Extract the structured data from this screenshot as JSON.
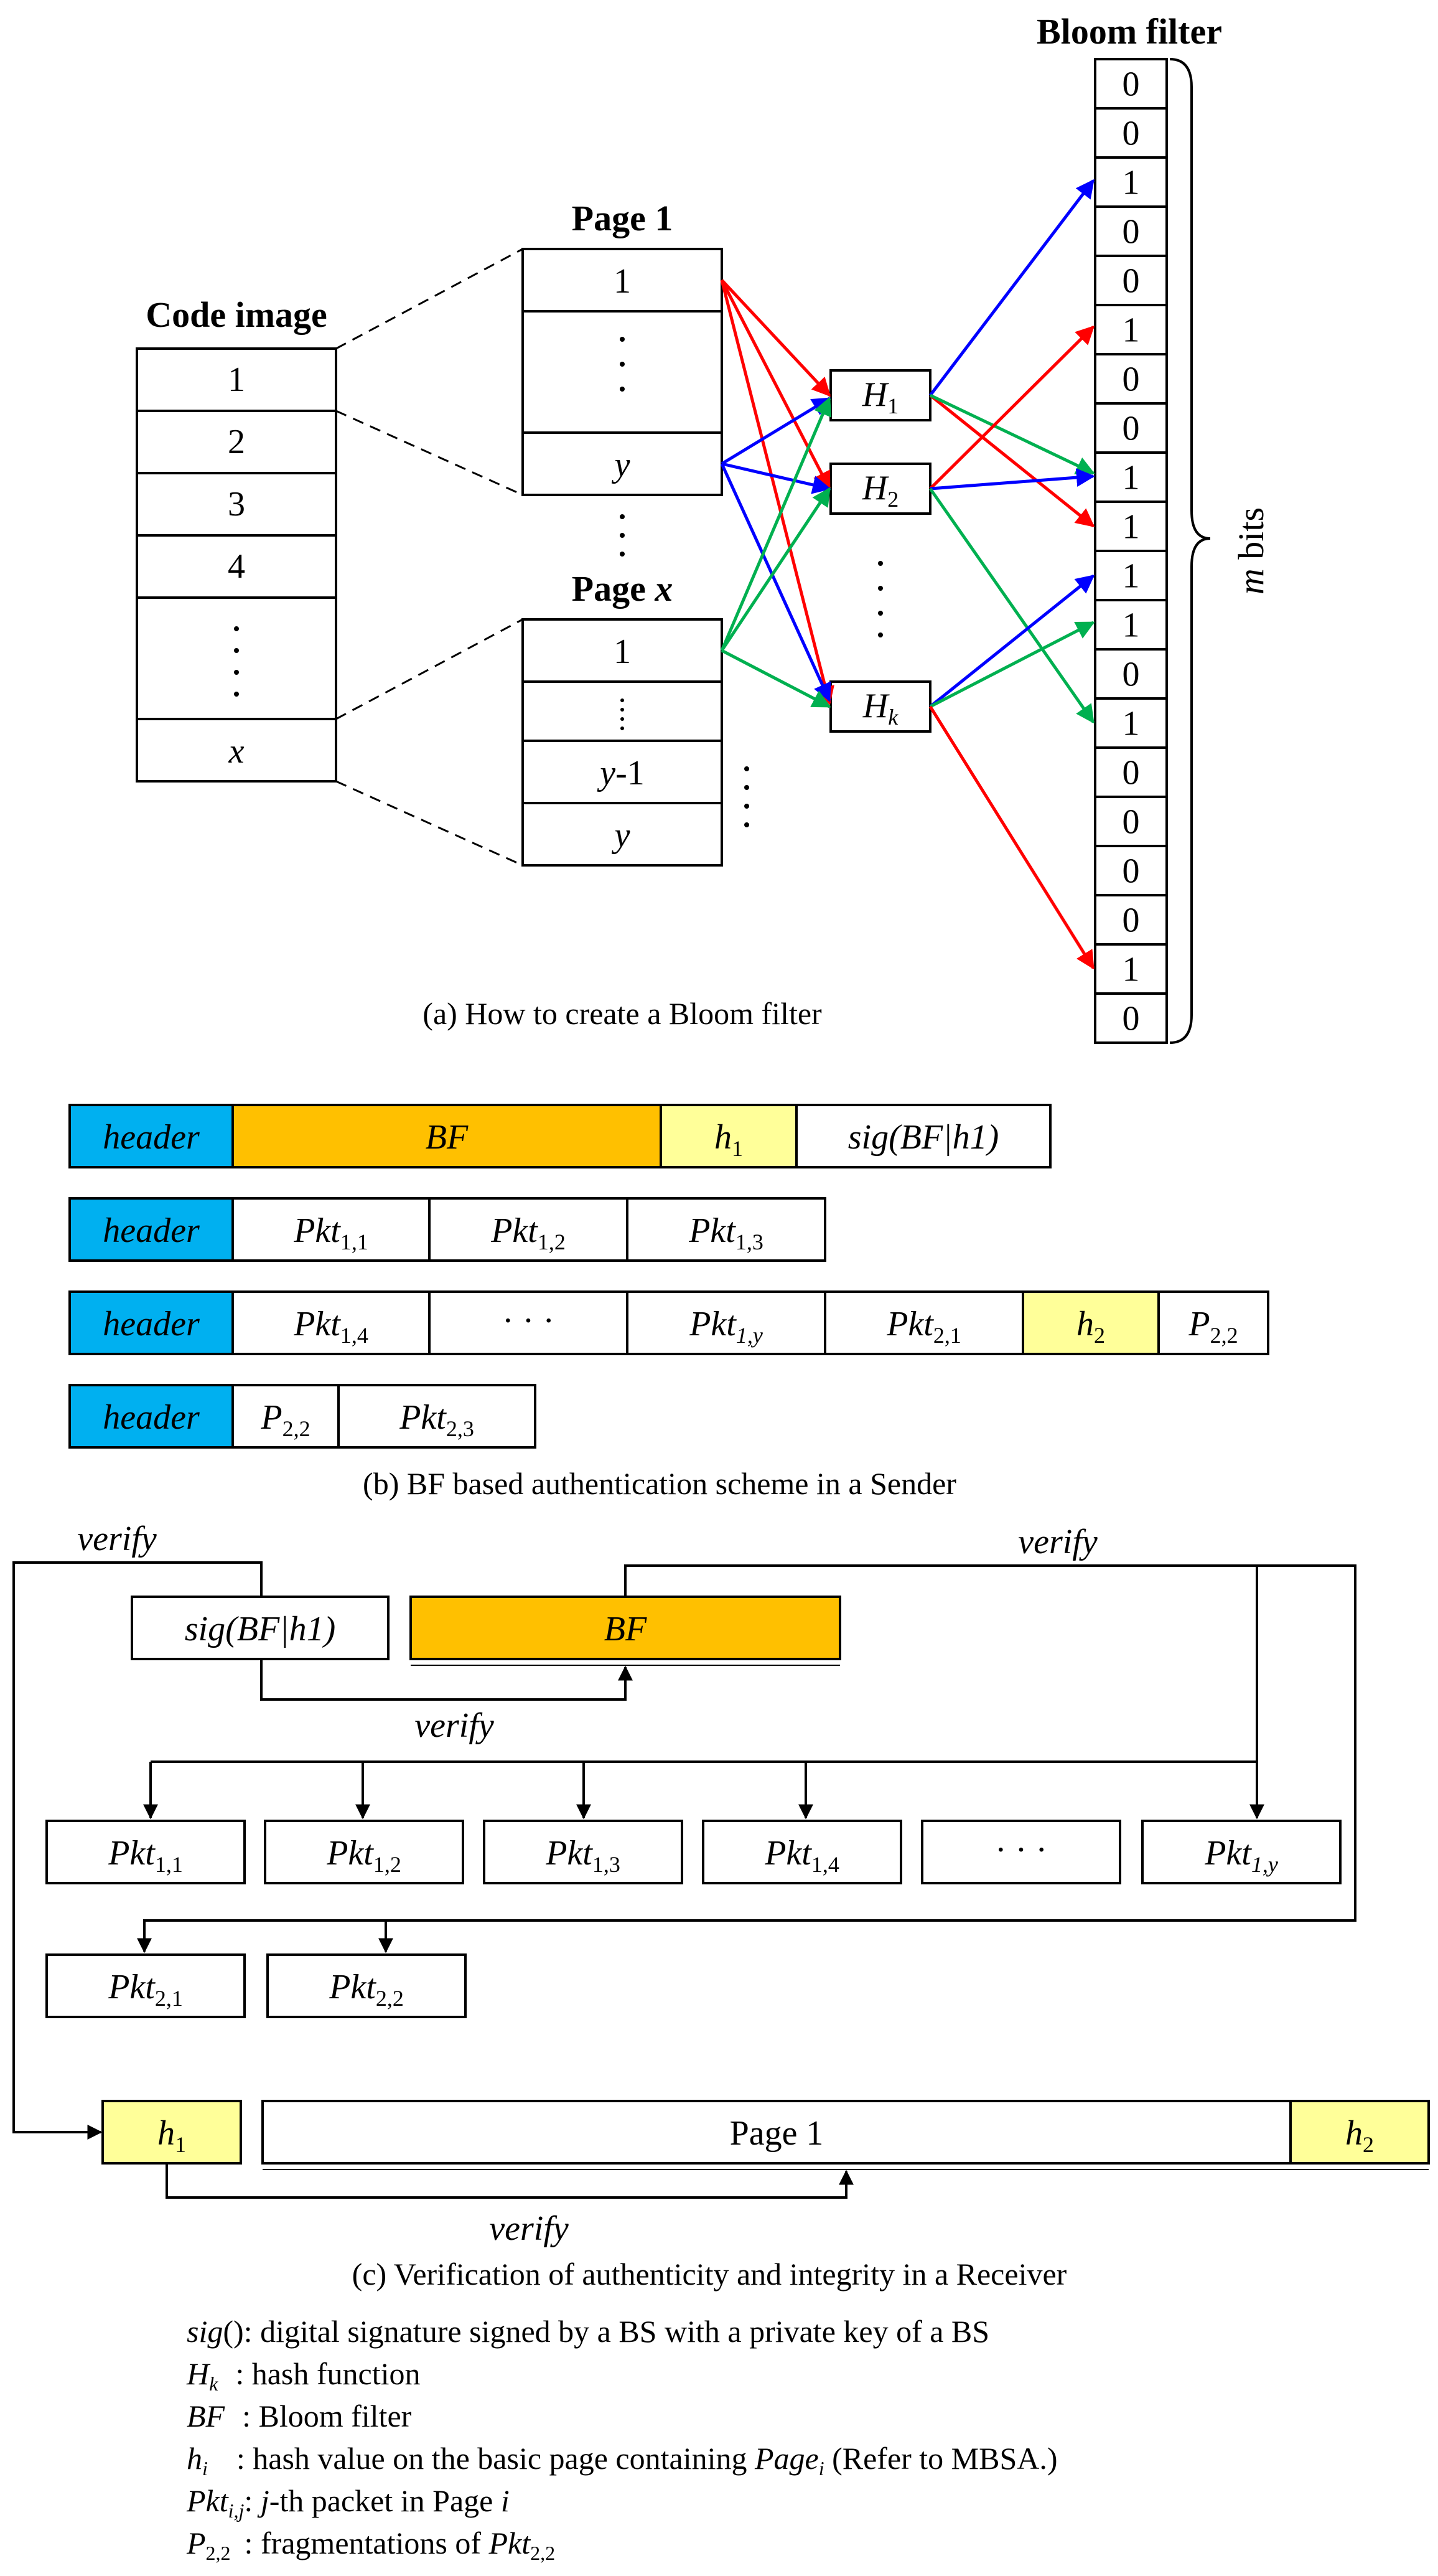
{
  "colors": {
    "blue": "#0000ff",
    "red": "#ff0000",
    "green": "#00b050",
    "header": "#00b0f0",
    "bf": "#ffc000",
    "hash": "#ffff99"
  },
  "partA": {
    "code_image_title": "Code image",
    "code_image_cells": [
      "1",
      "2",
      "3",
      "4",
      "x"
    ],
    "page1_title": "Page 1",
    "pagex_title_prefix": "Page ",
    "pagex_title_var": "x",
    "page_top_cell": "1",
    "page_last_cell": "y",
    "page_second_last_var": "y",
    "page_second_last_suffix": "-1",
    "hash_symbol": "H",
    "hash_subscripts": [
      "1",
      "2",
      "k"
    ],
    "bloom_title": "Bloom filter",
    "bloom_bits": [
      "0",
      "0",
      "1",
      "0",
      "0",
      "1",
      "0",
      "0",
      "1",
      "1",
      "1",
      "1",
      "0",
      "1",
      "0",
      "0",
      "0",
      "0",
      "1",
      "0"
    ],
    "bits_label_var": "m",
    "bits_label_text": " bits",
    "caption": "(a) How to create a Bloom filter"
  },
  "partB": {
    "header_label": "header",
    "bf_label": "BF",
    "h1_base": "h",
    "h1_sub": "1",
    "sig_label": "sig(BF|h1)",
    "pkt_base": "Pkt",
    "row2_subs": [
      "1,1",
      "1,2",
      "1,3"
    ],
    "row3_first_sub": "1,4",
    "dots": "· · ·",
    "row3_subs": [
      "1,y",
      "2,1"
    ],
    "h2_base": "h",
    "h2_sub": "2",
    "p22_base": "P",
    "p22_sub": "2,2",
    "row4_pkt_sub": "2,3",
    "caption": "(b) BF based authentication scheme in a Sender"
  },
  "partC": {
    "verify_label": "verify",
    "sig_label": "sig(BF|h1)",
    "bf_label": "BF",
    "pkt_row1_subs": [
      "1,1",
      "1,2",
      "1,3",
      "1,4"
    ],
    "pkt_row1_dots": "· · ·",
    "pkt_row1_last_sub": "1,y",
    "pkt_row2_subs": [
      "2,1",
      "2,2"
    ],
    "h1_sub": "1",
    "page_label": "Page 1",
    "h2_sub": "2",
    "caption": "(c) Verification of authenticity and integrity in a Receiver"
  },
  "legend": [
    {
      "term": "sig()",
      "desc": ": digital signature signed by a BS with a private key of a BS"
    },
    {
      "term": "Hk",
      "desc": ": hash function"
    },
    {
      "term": "BF",
      "desc": ": Bloom filter"
    },
    {
      "term": "hi",
      "desc": ": hash value on the basic page containing Pagei (Refer to MBSA.)"
    },
    {
      "term": "Pkti,j",
      "desc": ": j-th packet in Page i"
    },
    {
      "term": "P2,2",
      "desc": ": fragmentations of Pkt2,2"
    }
  ]
}
